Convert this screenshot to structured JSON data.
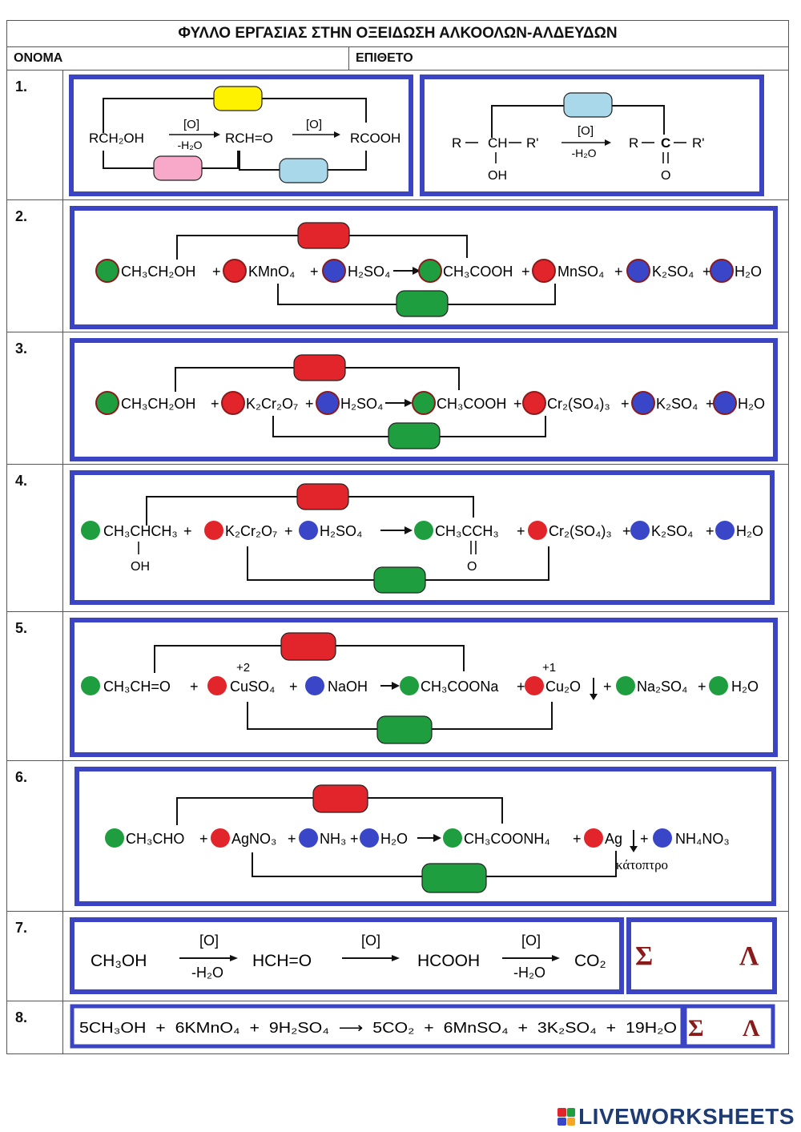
{
  "title": "ΦΥΛΛΟ ΕΡΓΑΣΙΑΣ ΣΤΗΝ ΟΞΕΙΔΩΣΗ ΑΛΚΟΟΛΩΝ-ΑΛΔΕΥΔΩΝ",
  "header": {
    "name_label": "ΟΝΟΜΑ",
    "surname_label": "ΕΠΙΘΕΤΟ"
  },
  "rows": [
    {
      "number": "1."
    },
    {
      "number": "2."
    },
    {
      "number": "3."
    },
    {
      "number": "4."
    },
    {
      "number": "5."
    },
    {
      "number": "6."
    },
    {
      "number": "7."
    },
    {
      "number": "8."
    }
  ],
  "common": {
    "oxidant": "[O]",
    "minus_water": "-H₂O",
    "sigma": "Σ",
    "lambda": "Λ",
    "plus": "+"
  },
  "r1": {
    "a": "RCH₂OH",
    "b": "RCH=O",
    "c": "RCOOH",
    "d_R": "R",
    "d_CH": "CH",
    "d_R2": "R'",
    "d_OH": "OH",
    "d_C": "C",
    "d_O": "O"
  },
  "r2": {
    "terms": [
      "CH₃CH₂OH",
      "KMnO₄",
      "H₂SO₄",
      "CH₃COOH",
      "MnSO₄",
      "K₂SO₄",
      "H₂O"
    ]
  },
  "r3": {
    "terms": [
      "CH₃CH₂OH",
      "K₂Cr₂O₇",
      "H₂SO₄",
      "CH₃COOH",
      "Cr₂(SO₄)₃",
      "K₂SO₄",
      "H₂O"
    ]
  },
  "r4": {
    "terms": [
      "CH₃CHCH₃",
      "K₂Cr₂O₇",
      "H₂SO₄",
      "CH₃CCH₃",
      "Cr₂(SO₄)₃",
      "K₂SO₄",
      "H₂O"
    ],
    "oh": "OH",
    "o": "O"
  },
  "r5": {
    "terms": [
      "CH₃CH=O",
      "CuSO₄",
      "NaOH",
      "CH₃COONa",
      "Cu₂O",
      "Na₂SO₄",
      "H₂O"
    ],
    "ox1": "+2",
    "ox2": "+1"
  },
  "r6": {
    "terms": [
      "CH₃CHO",
      "AgNO₃",
      "NH₃",
      "H₂O",
      "CH₃COONH₄",
      "Ag",
      "NH₄NO₃"
    ],
    "note": "κάτοπτρο"
  },
  "r7": {
    "terms": [
      "CH₃OH",
      "HCH=O",
      "HCOOH",
      "CO₂"
    ]
  },
  "r8": {
    "equation": "5CH₃OH  +  6KMnO₄  +  9H₂SO₄  ⟶  5CO₂  +  6MnSO₄  +  3K₂SO₄  +  19H₂O"
  },
  "footer": {
    "brand": "LIVEWORKSHEETS"
  },
  "colors": {
    "frame": "#3b45c4",
    "green": "#1e9e3e",
    "red": "#e2242b",
    "blue": "#3a46c8",
    "yellow": "#fff200",
    "pink": "#f8a8c8",
    "lightblue": "#a8d8ea",
    "maroon": "#8b1a1a"
  }
}
